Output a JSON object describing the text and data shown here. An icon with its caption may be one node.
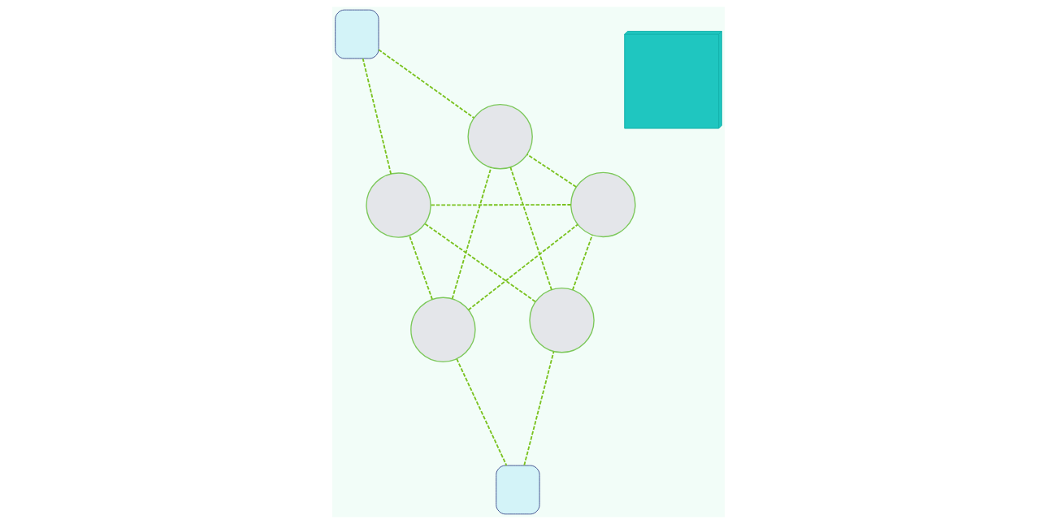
{
  "diagram": {
    "nodes": [
      {
        "text": [],
        "shape": "person"
      },
      {
        "text": [],
        "shape": "person"
      },
      {
        "text": [],
        "shape": "box"
      },
      {
        "text": [],
        "shape": "cube"
      },
      {
        "text": [],
        "shape": "person"
      },
      {
        "text": [],
        "shape": "person"
      },
      {
        "text": [],
        "shape": "box"
      },
      {
        "text": [],
        "shape": "person"
      }
    ],
    "edges": [
      {
        "from": 0,
        "to": 1,
        "arrow": "none",
        "style": "dashed"
      },
      {
        "from": 0,
        "to": 2,
        "arrow": "none",
        "style": "dashed"
      },
      {
        "from": 2,
        "to": 4,
        "arrow": "none",
        "style": "dashed"
      },
      {
        "from": 0,
        "to": 5,
        "arrow": "none",
        "style": "dashed"
      },
      {
        "from": 0,
        "to": 7,
        "arrow": "none",
        "style": "dashed"
      },
      {
        "from": 4,
        "to": 1,
        "arrow": "none",
        "style": "dashed"
      },
      {
        "from": 4,
        "to": 5,
        "arrow": "none",
        "style": "dashed"
      },
      {
        "from": 4,
        "to": 7,
        "arrow": "none",
        "style": "dashed"
      },
      {
        "from": 1,
        "to": 5,
        "arrow": "none",
        "style": "dashed"
      },
      {
        "from": 1,
        "to": 7,
        "arrow": "none",
        "style": "dashed"
      },
      {
        "from": 7,
        "to": 6,
        "arrow": "none",
        "style": "dashed"
      },
      {
        "from": 6,
        "to": 5,
        "arrow": "none",
        "style": "dashed"
      }
    ]
  }
}
